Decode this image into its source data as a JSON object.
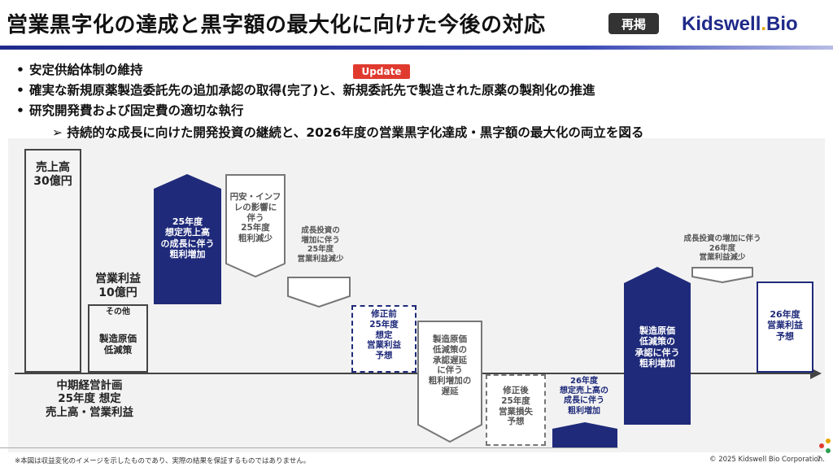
{
  "header": {
    "title": "営業黒字化の達成と黒字額の最大化に向けた今後の対応",
    "badge": "再掲",
    "logo_main": "Kidswell",
    "logo_dot": ".",
    "logo_tail": "Bio"
  },
  "bullets": [
    "安定供給体制の維持",
    "確実な新規原薬製造委託先の追加承認の取得(完了)と、新規委託先で製造された原薬の製剤化の推進",
    "研究開発費および固定費の適切な執行"
  ],
  "bullet_mark": "•",
  "update_badge": "Update",
  "sub_bullet": {
    "mark": "➢",
    "text": "持続的な成長に向けた開発投資の継続と、2026年度の営業黒字化達成・黒字額の最大化の両立を図る"
  },
  "chart": {
    "sales_label_1": "売上高",
    "sales_label_2": "30億円",
    "op_label_1": "営業利益",
    "op_label_2": "10億円",
    "other": "その他",
    "cost_1": "製造原価",
    "cost_2": "低減策",
    "plan_1": "中期経営計画",
    "plan_2": "25年度 想定",
    "plan_3": "売上高・営業利益",
    "growth25": [
      "25年度",
      "想定売上高",
      "の成長に伴う",
      "粗利増加"
    ],
    "yen": [
      "円安・インフ",
      "レの影響に",
      "伴う",
      "25年度",
      "粗利減少"
    ],
    "invest25": [
      "成長投資の",
      "増加に伴う",
      "25年度",
      "営業利益減少"
    ],
    "before25": [
      "修正前",
      "25年度",
      "想定",
      "営業利益",
      "予想"
    ],
    "delay": [
      "製造原価",
      "低減策の",
      "承認遅延",
      "に伴う",
      "粗利増加の",
      "遅延"
    ],
    "after25": [
      "修正後",
      "25年度",
      "営業損失",
      "予想"
    ],
    "growth26": [
      "26年度",
      "想定売上高の",
      "成長に伴う",
      "粗利増加"
    ],
    "approval": [
      "製造原価",
      "低減策の",
      "承認に伴う",
      "粗利増加"
    ],
    "invest26": [
      "成長投資の増加に伴う",
      "26年度",
      "営業利益減少"
    ],
    "op26": [
      "26年度",
      "営業利益",
      "予想"
    ]
  },
  "colors": {
    "navy": "#1f2a7a",
    "accent": "#1f2a8a",
    "update": "#e03a2f"
  },
  "footer": {
    "note": "※本図は収益変化のイメージを示したものであり、実際の結果を保証するものではありません。",
    "copyright": "© 2025 Kidswell Bio Corporation.",
    "page": "7"
  }
}
